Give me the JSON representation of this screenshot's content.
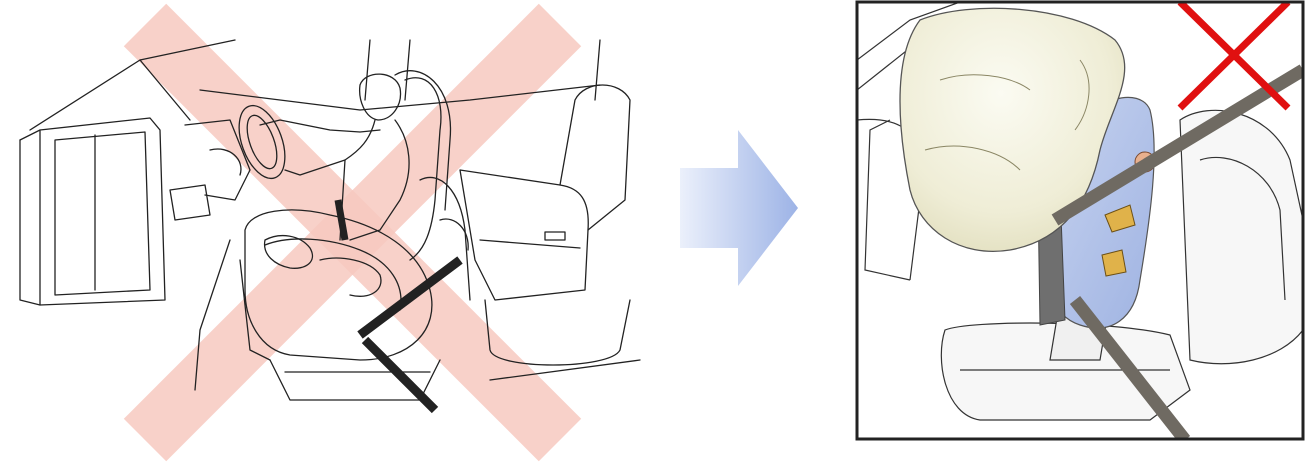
{
  "scene": {
    "left_panel": {
      "description_icon": "car-interior-child-seat-front-passenger",
      "prohibited_mark_color": "#f4b9b0"
    },
    "arrow": {
      "direction": "right",
      "color_start": "#e8eefa",
      "color_end": "#9fb4e6"
    },
    "right_panel": {
      "description_icon": "airbag-deploys-into-child-seat",
      "airbag_color": "#f1efdd",
      "child_seat_color": "#b7c7ea",
      "prohibited_mark_color": "#e01010",
      "frame_color": "#222222"
    }
  }
}
